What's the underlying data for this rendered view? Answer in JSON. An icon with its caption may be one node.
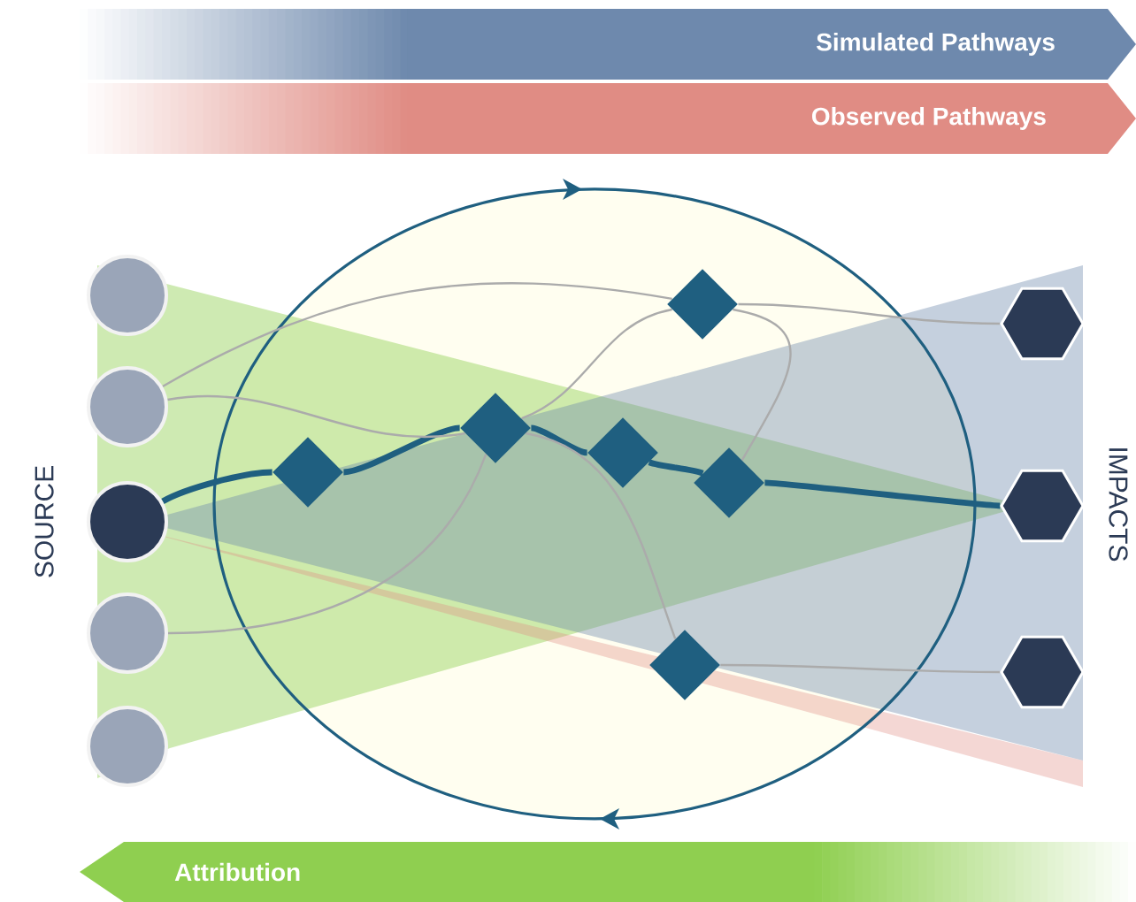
{
  "diagram": {
    "nodes": [
      {
        "text": [
          "Simulated Pathways"
        ]
      },
      {
        "text": [
          "Observed Pathways"
        ]
      },
      {
        "text": [],
        "shape": "circle"
      },
      {
        "text": [],
        "shape": "circle"
      },
      {
        "text": [],
        "shape": "circle"
      },
      {
        "text": [],
        "shape": "circle"
      },
      {
        "text": [],
        "shape": "circle"
      },
      {
        "text": [],
        "shape": "diamond"
      },
      {
        "text": [],
        "shape": "diamond"
      },
      {
        "text": [],
        "shape": "diamond"
      },
      {
        "text": [],
        "shape": "diamond"
      },
      {
        "text": [],
        "shape": "diamond"
      },
      {
        "text": [],
        "shape": "diamond"
      },
      {
        "text": [],
        "shape": "hexagon"
      },
      {
        "text": [],
        "shape": "hexagon"
      },
      {
        "text": [],
        "shape": "hexagon"
      },
      {
        "text": [
          "Attribution"
        ]
      }
    ],
    "edges": [
      {
        "from": 4,
        "to": 7,
        "arrow": "none",
        "style": "thick",
        "color": "#1f5f80"
      },
      {
        "from": 7,
        "to": 8,
        "arrow": "none",
        "style": "thick",
        "color": "#1f5f80"
      },
      {
        "from": 8,
        "to": 9,
        "arrow": "none",
        "style": "thick",
        "color": "#1f5f80"
      },
      {
        "from": 9,
        "to": 12,
        "arrow": "none",
        "style": "thick",
        "color": "#1f5f80"
      },
      {
        "from": 12,
        "to": 14,
        "arrow": "none",
        "style": "thick",
        "color": "#1f5f80"
      },
      {
        "from": 3,
        "to": 11,
        "arrow": "none"
      },
      {
        "from": 11,
        "to": 13,
        "arrow": "none"
      },
      {
        "from": 3,
        "to": 8,
        "arrow": "none"
      },
      {
        "from": 8,
        "to": 11,
        "arrow": "none"
      },
      {
        "from": 11,
        "to": 12,
        "arrow": "none"
      },
      {
        "from": 5,
        "to": 8,
        "arrow": "none"
      },
      {
        "from": 8,
        "to": 10,
        "arrow": "none"
      },
      {
        "from": 10,
        "to": 15,
        "arrow": "none"
      }
    ],
    "labels": [
      "SOURCE",
      "IMPACTS"
    ]
  }
}
